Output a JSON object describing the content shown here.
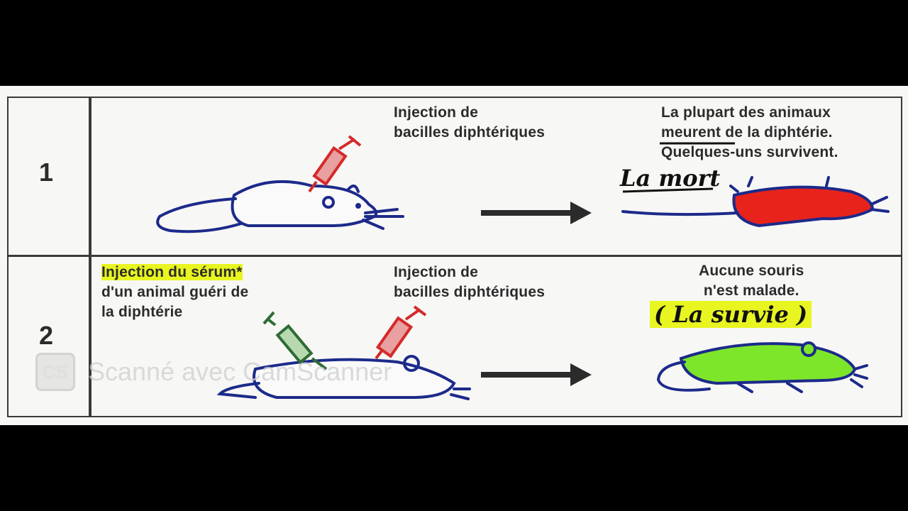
{
  "rows": [
    {
      "number": "1",
      "injection_text": [
        "Injection de",
        "bacilles diphtériques"
      ],
      "result_text": [
        "La plupart des animaux",
        "meurent de la diphtérie.",
        "Quelques-uns survivent."
      ],
      "handwritten": "La mort"
    },
    {
      "number": "2",
      "serum_text": [
        "Injection du sérum*",
        "d'un animal guéri de",
        "la diphtérie"
      ],
      "injection_text": [
        "Injection de",
        "bacilles diphtériques"
      ],
      "result_text": [
        "Aucune souris",
        "n'est malade."
      ],
      "handwritten": "( La survie )"
    }
  ],
  "watermark": {
    "logo": "CS",
    "text": "Scanné avec CamScanner"
  },
  "colors": {
    "mouse_outline": "#1c2a8a",
    "dead_mouse": "#e8231c",
    "alive_mouse": "#7ee62a",
    "highlight": "#e8f520",
    "syringe_red": "#d42a2a",
    "syringe_green": "#2e6b35"
  }
}
